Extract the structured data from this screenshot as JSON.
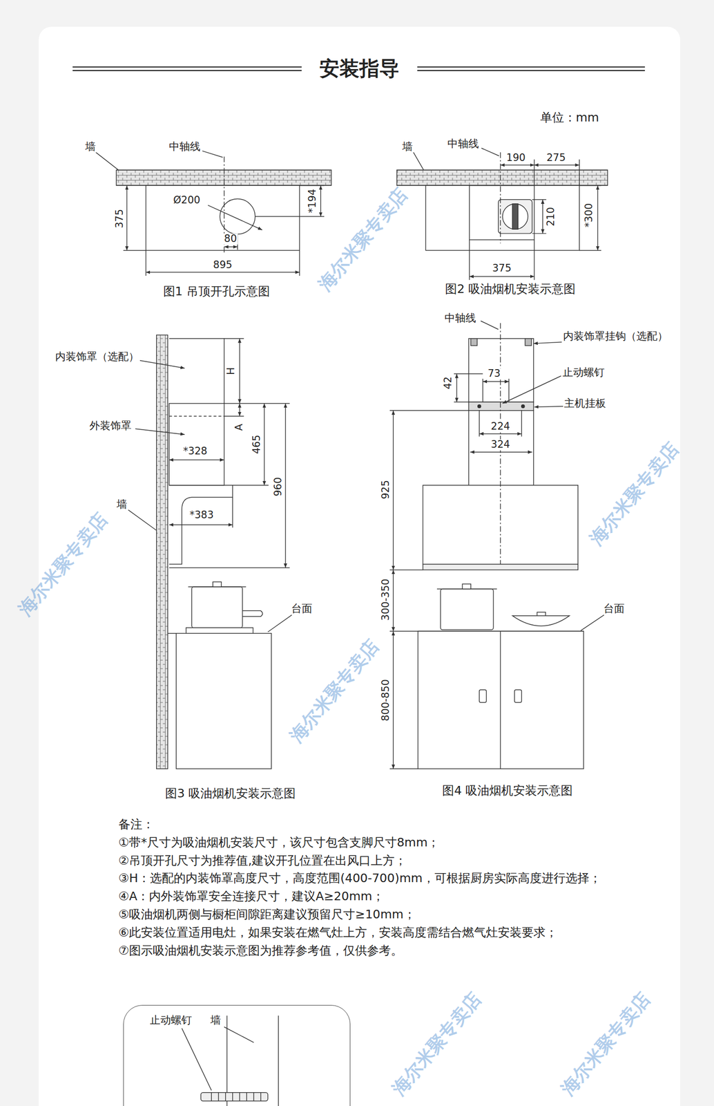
{
  "diagram": {
    "title": "安装指导",
    "nodes": [
      {
        "text": [
          "止动螺钉",
          "墙"
        ]
      }
    ],
    "labels": [
      "单位：mm",
      "墙",
      "中轴线",
      "Ø200",
      "*194",
      "375",
      "80",
      "895",
      "图1 吊顶开孔示意图",
      "墙",
      "中轴线",
      "190",
      "275",
      "*300",
      "210",
      "375",
      "图2 吸油烟机安装示意图",
      "内装饰罩（选配）",
      "H",
      "外装饰罩",
      "A",
      "465",
      "*328",
      "960",
      "墙",
      "*383",
      "台面",
      "图3 吸油烟机安装示意图",
      "中轴线",
      "内装饰罩挂钩（选配）",
      "止动螺钉",
      "73",
      "42",
      "主机挂板",
      "224",
      "324",
      "925",
      "300-350",
      "台面",
      "800-850",
      "图4 吸油烟机安装示意图",
      "备注：",
      "①带*尺寸为吸油烟机安装尺寸，该尺寸包含支脚尺寸8mm；",
      "②吊顶开孔尺寸为推荐值,建议开孔位置在出风口上方；",
      "③H：选配的内装饰罩高度尺寸，高度范围(400-700)mm，可根据厨房实际高度进行选择；",
      "④A：内外装饰罩安全连接尺寸，建议A≥20mm；",
      "⑤吸油烟机两侧与橱柜间隙距离建议预留尺寸≥10mm；",
      "⑥此安装位置适用电灶，如果安装在燃气灶上方，安装高度需结合燃气灶安装要求；",
      "⑦图示吸油烟机安装示意图为推荐参考值，仅供参考。",
      "海尔米聚专卖店",
      "海尔米聚专卖店",
      "海尔米聚专卖店",
      "海尔米聚专卖店",
      "海尔米聚专卖店",
      "海尔米聚专卖店"
    ]
  }
}
